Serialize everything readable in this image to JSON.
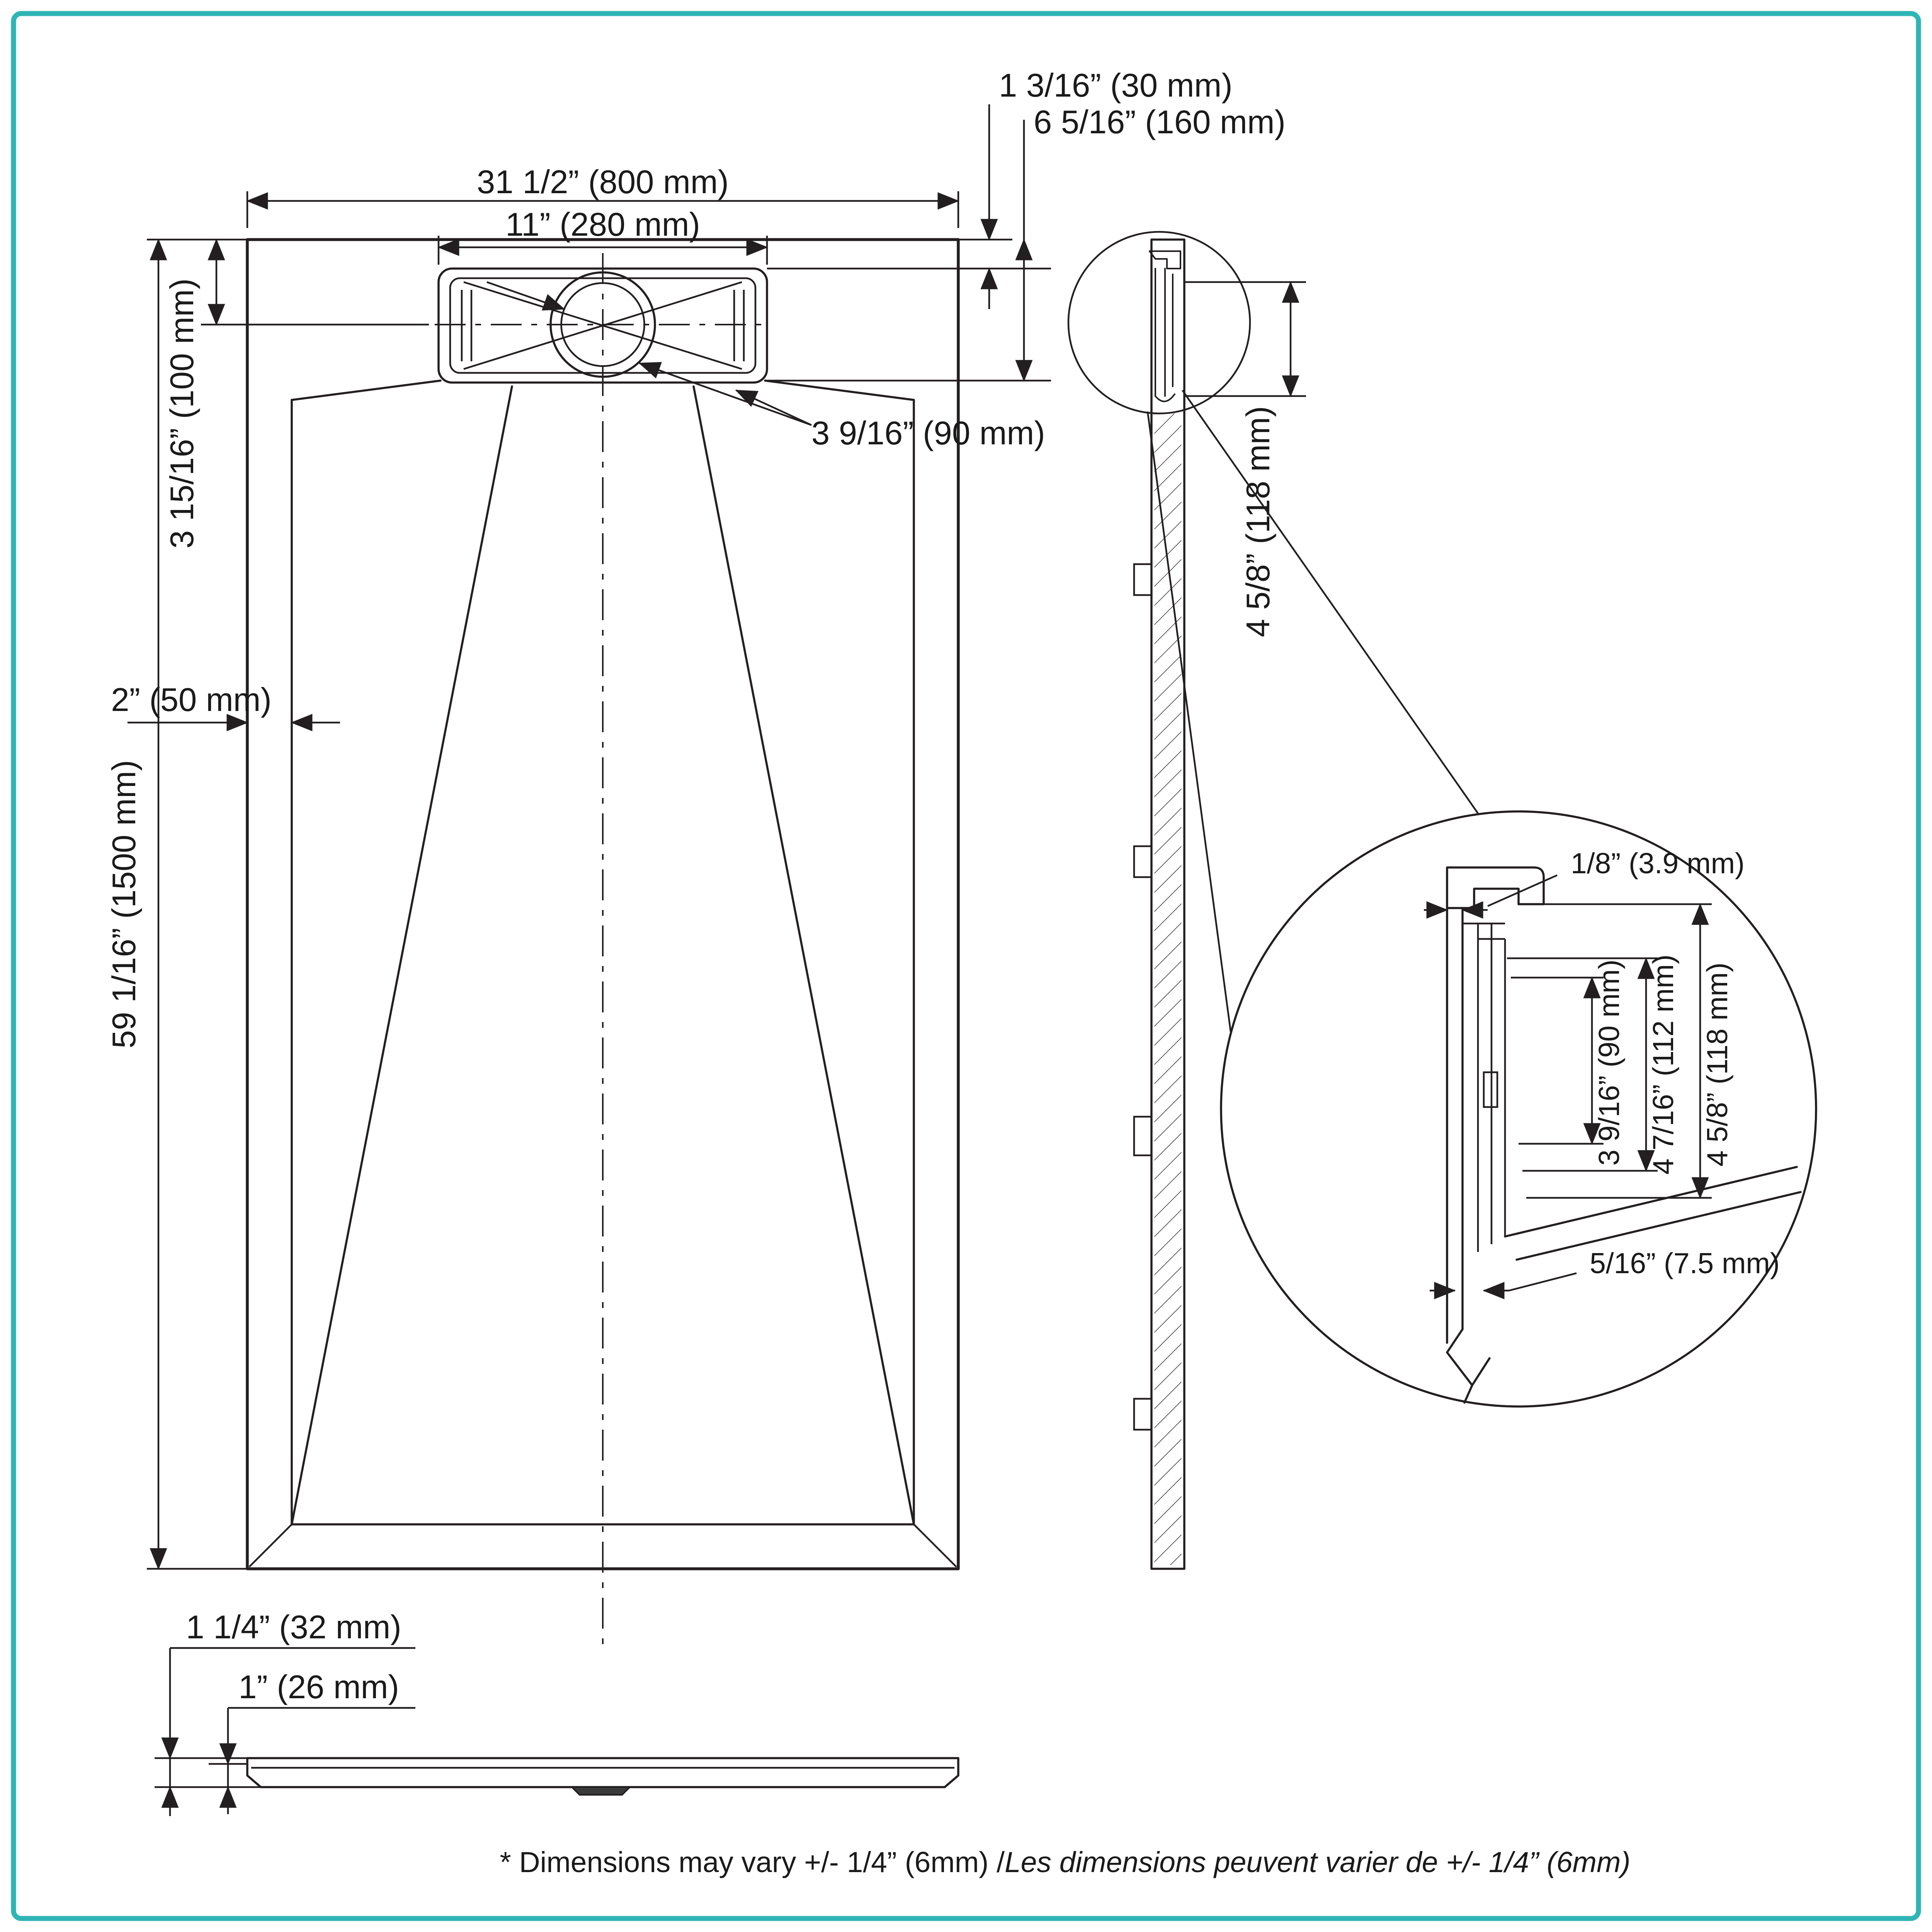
{
  "colors": {
    "border": "#2fb5b5",
    "line": "#231f20"
  },
  "top_view": {
    "dim_width": "31 1/2” (800 mm)",
    "dim_drain_width": "11” (280 mm)",
    "dim_offset_1": "1 3/16” (30 mm)",
    "dim_offset_2": "6 5/16” (160 mm)",
    "dim_drain_center": "3 15/16” (100 mm)",
    "dim_side_inset": "2” (50 mm)",
    "dim_length": "59 1/16” (1500 mm)",
    "dim_drain_size": "3 9/16” (90 mm)"
  },
  "side_view": {
    "dim_edge_height": "4 5/8” (118 mm)"
  },
  "detail_view": {
    "dim_wall": "1/8” (3.9 mm)",
    "dim_channel": "3 9/16” (90 mm)",
    "dim_mid": "4 7/16” (112 mm)",
    "dim_total": "4 5/8” (118 mm)",
    "dim_lip": "5/16” (7.5 mm)"
  },
  "front_view": {
    "dim_total_height": "1 1/4” (32 mm)",
    "dim_base_height": "1” (26 mm)"
  },
  "footer": {
    "note_en": "* Dimensions may vary +/- 1/4” (6mm) / ",
    "note_fr": "Les dimensions peuvent varier de +/- 1/4” (6mm)"
  }
}
